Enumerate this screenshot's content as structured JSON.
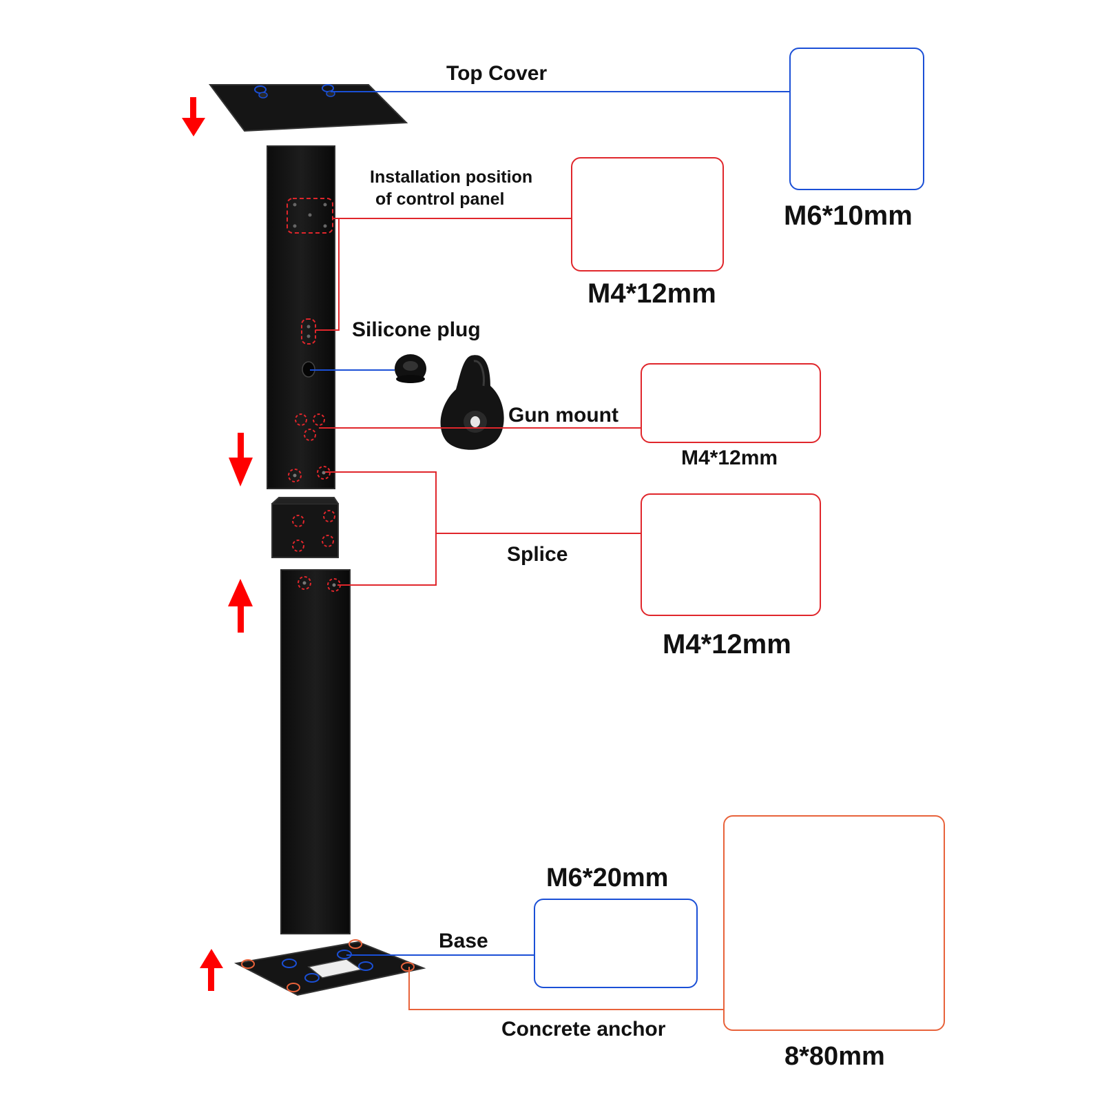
{
  "labels": {
    "top_cover": "Top Cover",
    "installation_line1": "Installation position",
    "installation_line2": "of control panel",
    "silicone_plug": "Silicone plug",
    "gun_mount": "Gun mount",
    "splice": "Splice",
    "base": "Base",
    "concrete_anchor": "Concrete anchor"
  },
  "hardware": {
    "top_cover_screws": {
      "size": "M6*10mm",
      "count": 4
    },
    "panel_screws": {
      "size": "M4*12mm",
      "count": 8
    },
    "gun_mount_screws": {
      "size": "M4*12mm",
      "count": 3
    },
    "splice_screws": {
      "size": "M4*12mm",
      "count": 8
    },
    "base_screws": {
      "size": "M6*20mm",
      "count": 4
    },
    "anchors": {
      "size": "8*80mm",
      "count": 4
    }
  },
  "colors": {
    "leader_blue": "#1a4fd6",
    "leader_red": "#e0262b",
    "leader_orange": "#e8623a",
    "arrow_red": "#ff0000",
    "part_black": "#151515"
  },
  "icons": [
    "arrow-down-icon",
    "arrow-up-icon",
    "screw-icon",
    "anchor-bolt-icon"
  ]
}
